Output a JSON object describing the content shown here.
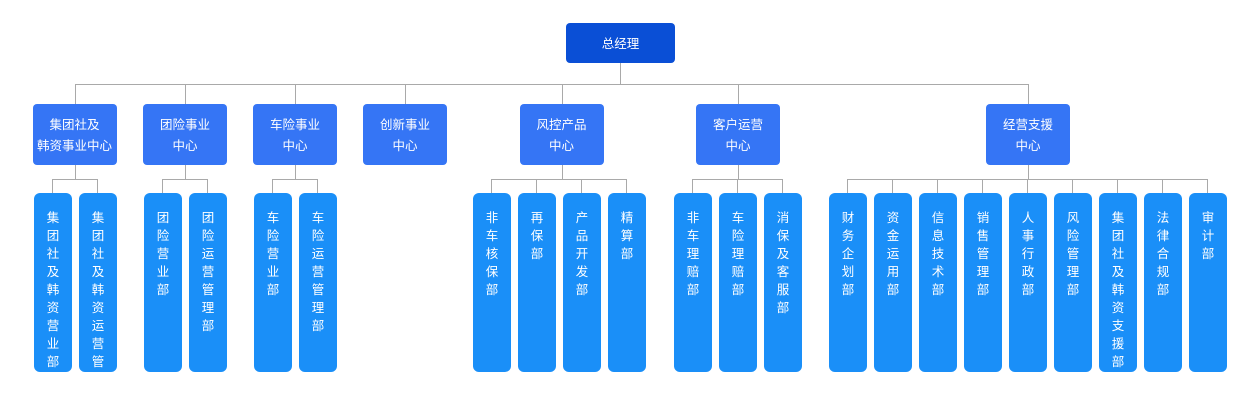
{
  "root": {
    "label": "总经理"
  },
  "centers": [
    {
      "label": "集团社及\n韩资事业中心",
      "departments": [
        "集团社及韩资营业部",
        "集团社及韩资运营管理部"
      ]
    },
    {
      "label": "团险事业\n中心",
      "departments": [
        "团险营业部",
        "团险运营管理部"
      ]
    },
    {
      "label": "车险事业\n中心",
      "departments": [
        "车险营业部",
        "车险运营管理部"
      ]
    },
    {
      "label": "创新事业\n中心",
      "departments": []
    },
    {
      "label": "风控产品\n中心",
      "departments": [
        "非车核保部",
        "再保部",
        "产品开发部",
        "精算部"
      ]
    },
    {
      "label": "客户运营\n中心",
      "departments": [
        "非车理赔部",
        "车险理赔部",
        "消保及客服部"
      ]
    },
    {
      "label": "经营支援\n中心",
      "departments": [
        "财务企划部",
        "资金运用部",
        "信息技术部",
        "销售管理部",
        "人事行政部",
        "风险管理部",
        "集团社及韩资支援部",
        "法律合规部",
        "审计部"
      ]
    }
  ]
}
